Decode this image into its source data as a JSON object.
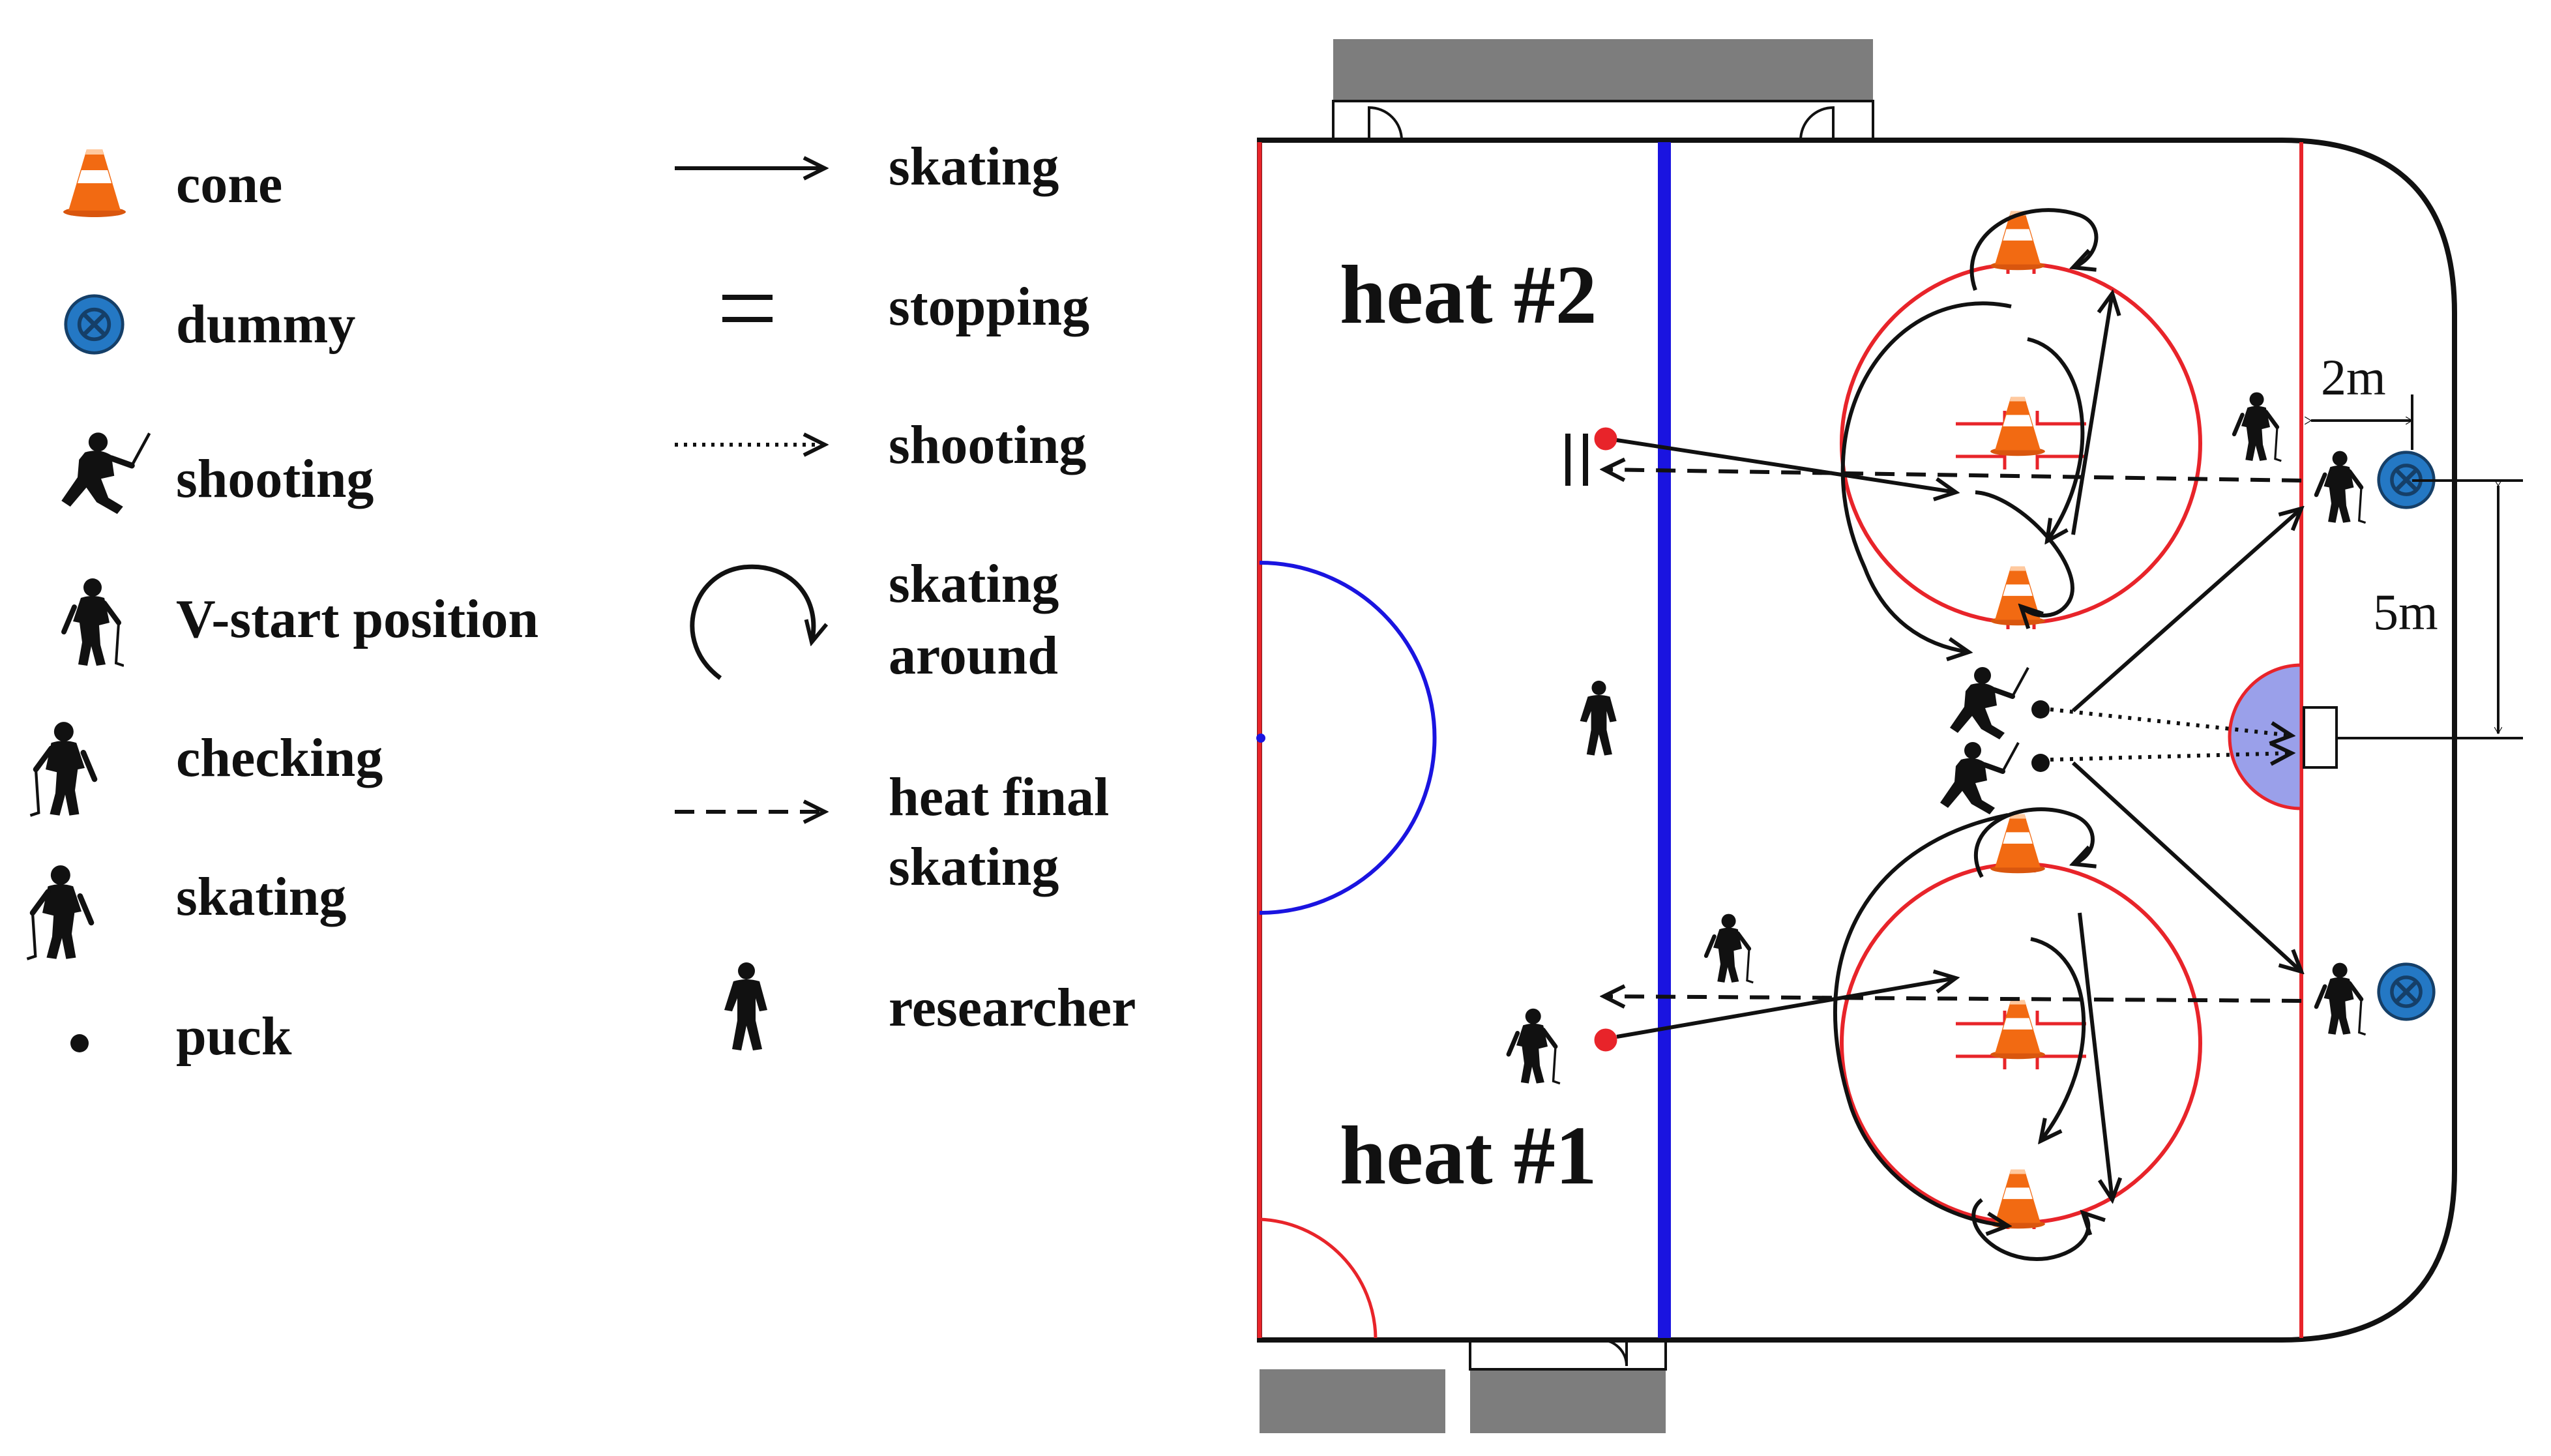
{
  "legend_left": [
    {
      "icon": "cone-icon",
      "label": "cone"
    },
    {
      "icon": "dummy-icon",
      "label": "dummy"
    },
    {
      "icon": "shooting-player-icon",
      "label": "shooting"
    },
    {
      "icon": "v-start-player-icon",
      "label": "V-start position"
    },
    {
      "icon": "checking-player-icon",
      "label": "checking"
    },
    {
      "icon": "skating-player-icon",
      "label": "skating"
    },
    {
      "icon": "puck-icon",
      "label": "puck"
    }
  ],
  "legend_right": [
    {
      "icon": "solid-arrow-icon",
      "line1": "skating",
      "line2": ""
    },
    {
      "icon": "stop-sign-icon",
      "line1": "stopping",
      "line2": ""
    },
    {
      "icon": "dotted-arrow-icon",
      "line1": "shooting",
      "line2": ""
    },
    {
      "icon": "curved-arrow-icon",
      "line1": "skating",
      "line2": "around"
    },
    {
      "icon": "dashed-arrow-icon",
      "line1": "heat final",
      "line2": "skating"
    },
    {
      "icon": "researcher-icon",
      "line1": "researcher",
      "line2": ""
    }
  ],
  "rink": {
    "heat_top": "heat #2",
    "heat_bottom": "heat #1",
    "dim_width": "2m",
    "dim_height": "5m"
  },
  "colors": {
    "red_line": "#e8242a",
    "blue_line": "#1a14e0",
    "cone_orange": "#f26a12",
    "dummy_blue": "#2478c4",
    "goal_crease": "#9aa0ea",
    "bench_gray": "#7d7d7d"
  }
}
